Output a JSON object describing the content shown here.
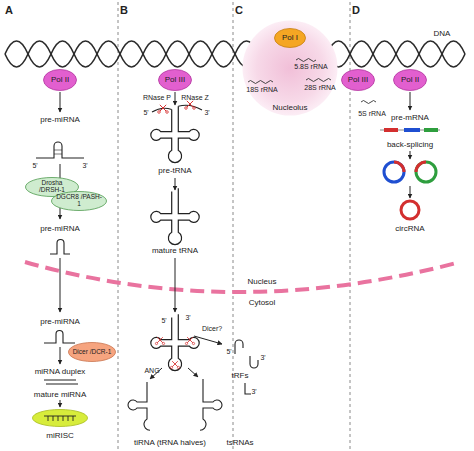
{
  "diagram": {
    "nodes": [
      {
        "text": [
          "Pol II"
        ]
      },
      {
        "text": [
          "Drosha /DRSH-1"
        ]
      },
      {
        "text": [
          "DGCR8 /PASH-1"
        ]
      },
      {
        "text": [
          "Dicer /DCR-1"
        ]
      },
      {
        "text": [
          "miRISC"
        ]
      },
      {
        "text": [
          "Pol III"
        ]
      },
      {
        "text": [
          "5.8S rRNA",
          "18S rRNA",
          "28S rRNA",
          "Nucleolus"
        ]
      },
      {
        "text": [
          "Pol I"
        ],
        "in": 6
      },
      {
        "text": [
          "Pol III"
        ]
      },
      {
        "text": [
          "Pol II"
        ]
      }
    ],
    "labels": [
      "A",
      "B",
      "C",
      "D",
      "DNA",
      "pre-miRNA",
      "5'",
      "3'",
      "pre-miRNA",
      "Nucleus",
      "Cytosol",
      "pre-miRNA",
      "miRNA duplex",
      "mature miRNA",
      "RNase P",
      "RNase Z",
      "5'",
      "3'",
      "pre-tRNA",
      "mature tRNA",
      "5'",
      "3'",
      "Dicer?",
      "ANG",
      "5'",
      "3'",
      "tRFs",
      "3'",
      "tiRNA (tRNA halves)",
      "tsRNAs",
      "5S rRNA",
      "pre-mRNA",
      "back-splicing",
      "circRNA"
    ]
  }
}
